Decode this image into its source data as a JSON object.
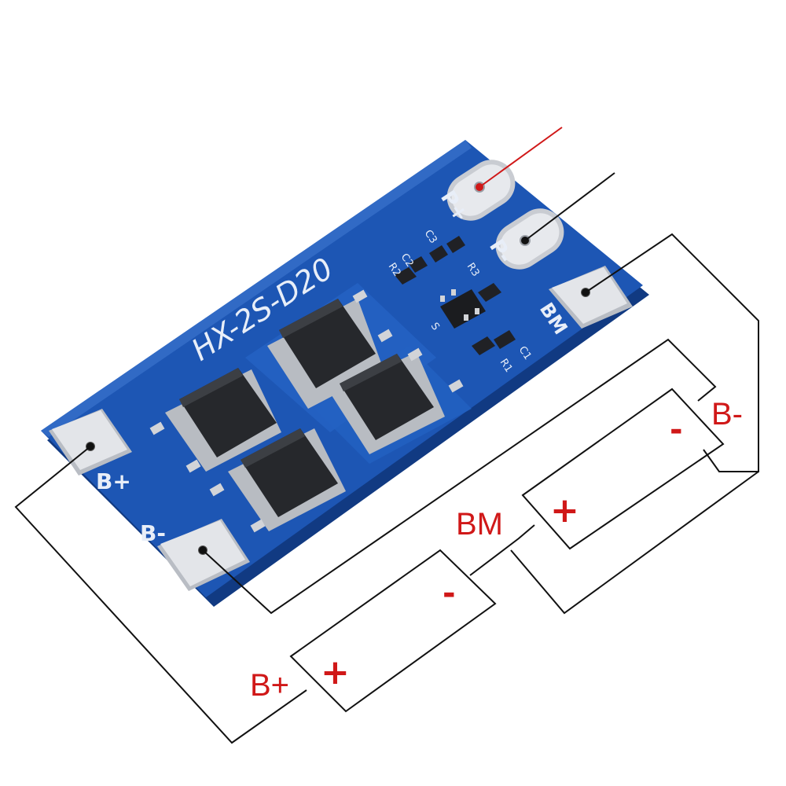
{
  "board": {
    "model": "HX-2S-D20",
    "pad_labels": {
      "p_plus": "P+",
      "p_minus": "P-",
      "bm": "BM",
      "b_plus": "B+",
      "b_minus": "B-"
    },
    "silk_components": [
      "R2",
      "C2",
      "C3",
      "R3",
      "C1",
      "R1",
      "S"
    ],
    "board_color": "#1d56b4"
  },
  "wiring": {
    "labels": {
      "b_minus": "B-",
      "bm": "BM",
      "b_plus": "B+"
    },
    "cell_symbols": {
      "plus": "+",
      "minus": "-"
    },
    "wire_colors": {
      "p_plus": "#d01818",
      "other": "#111111"
    },
    "label_color": "#d01818"
  }
}
